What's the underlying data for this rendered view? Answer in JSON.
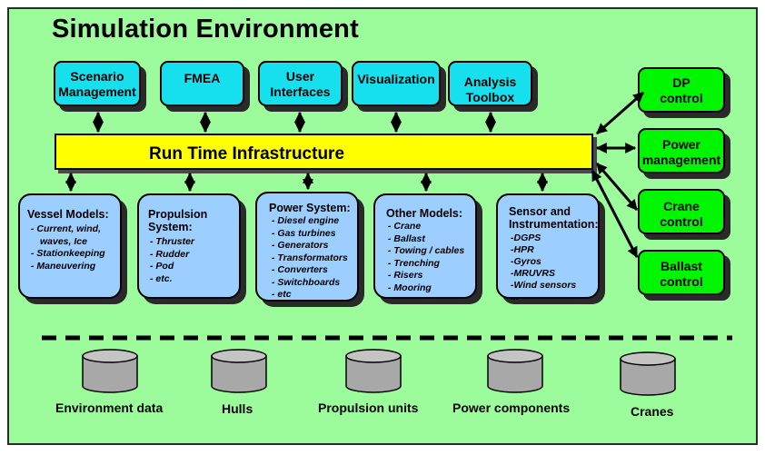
{
  "title": "Simulation Environment",
  "top_modules": [
    {
      "label": "Scenario Management"
    },
    {
      "label": "FMEA"
    },
    {
      "label": "User Interfaces"
    },
    {
      "label": "Visualization"
    },
    {
      "label": "Analysis Toolbox"
    }
  ],
  "infrastructure": {
    "label": "Run Time Infrastructure"
  },
  "control_modules": [
    {
      "label": "DP control"
    },
    {
      "label": "Power management"
    },
    {
      "label": "Crane control"
    },
    {
      "label": "Ballast control"
    }
  ],
  "model_groups": [
    {
      "title": "Vessel Models:",
      "items": [
        "- Current, wind,",
        "  waves, Ice",
        "- Stationkeeping",
        "- Maneuvering"
      ]
    },
    {
      "title": "Propulsion System:",
      "items": [
        "- Thruster",
        "- Rudder",
        "- Pod",
        "- etc."
      ]
    },
    {
      "title": "Power System:",
      "items": [
        "- Diesel engine",
        "- Gas turbines",
        "- Generators",
        "- Transformators",
        "- Converters",
        "- Switchboards",
        "- etc"
      ]
    },
    {
      "title": "Other Models:",
      "items": [
        "- Crane",
        "- Ballast",
        "- Towing / cables",
        "- Trenching",
        "- Risers",
        "- Mooring"
      ]
    },
    {
      "title": "Sensor and Instrumentation:",
      "items": [
        "-DGPS",
        "-HPR",
        "-Gyros",
        "-MRUVRS",
        "-Wind sensors",
        "..."
      ]
    }
  ],
  "databases": [
    {
      "label": "Environment data"
    },
    {
      "label": "Hulls"
    },
    {
      "label": "Propulsion units"
    },
    {
      "label": "Power components"
    },
    {
      "label": "Cranes"
    }
  ],
  "colors": {
    "background": "#9cfc9c",
    "top_module": "#16e0ee",
    "control_module": "#00f500",
    "model_group": "#9ccfff",
    "infrastructure": "#ffff00",
    "database": "#a8a8a8"
  }
}
